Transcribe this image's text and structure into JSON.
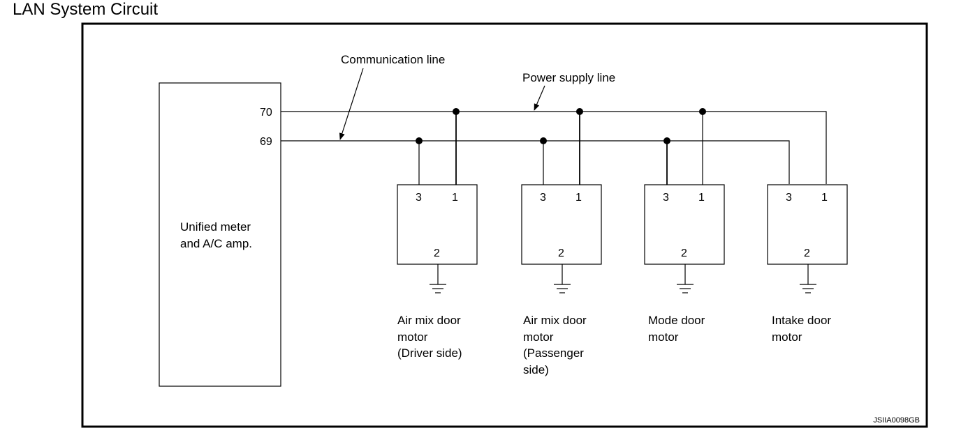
{
  "title": "LAN System Circuit",
  "annotations": {
    "communication_line": "Communication line",
    "power_supply_line": "Power supply line"
  },
  "amp": {
    "label_line1": "Unified meter",
    "label_line2": "and A/C amp.",
    "terminal_power": "70",
    "terminal_comm": "69"
  },
  "motors": [
    {
      "pin_comm": "3",
      "pin_power": "1",
      "pin_ground": "2",
      "label": [
        "Air mix door",
        "motor",
        "(Driver side)"
      ]
    },
    {
      "pin_comm": "3",
      "pin_power": "1",
      "pin_ground": "2",
      "label": [
        "Air mix door",
        "motor",
        "(Passenger",
        "side)"
      ]
    },
    {
      "pin_comm": "3",
      "pin_power": "1",
      "pin_ground": "2",
      "label": [
        "Mode door",
        "motor"
      ]
    },
    {
      "pin_comm": "3",
      "pin_power": "1",
      "pin_ground": "2",
      "label": [
        "Intake door",
        "motor"
      ]
    }
  ],
  "figure_code": "JSIIA0098GB"
}
